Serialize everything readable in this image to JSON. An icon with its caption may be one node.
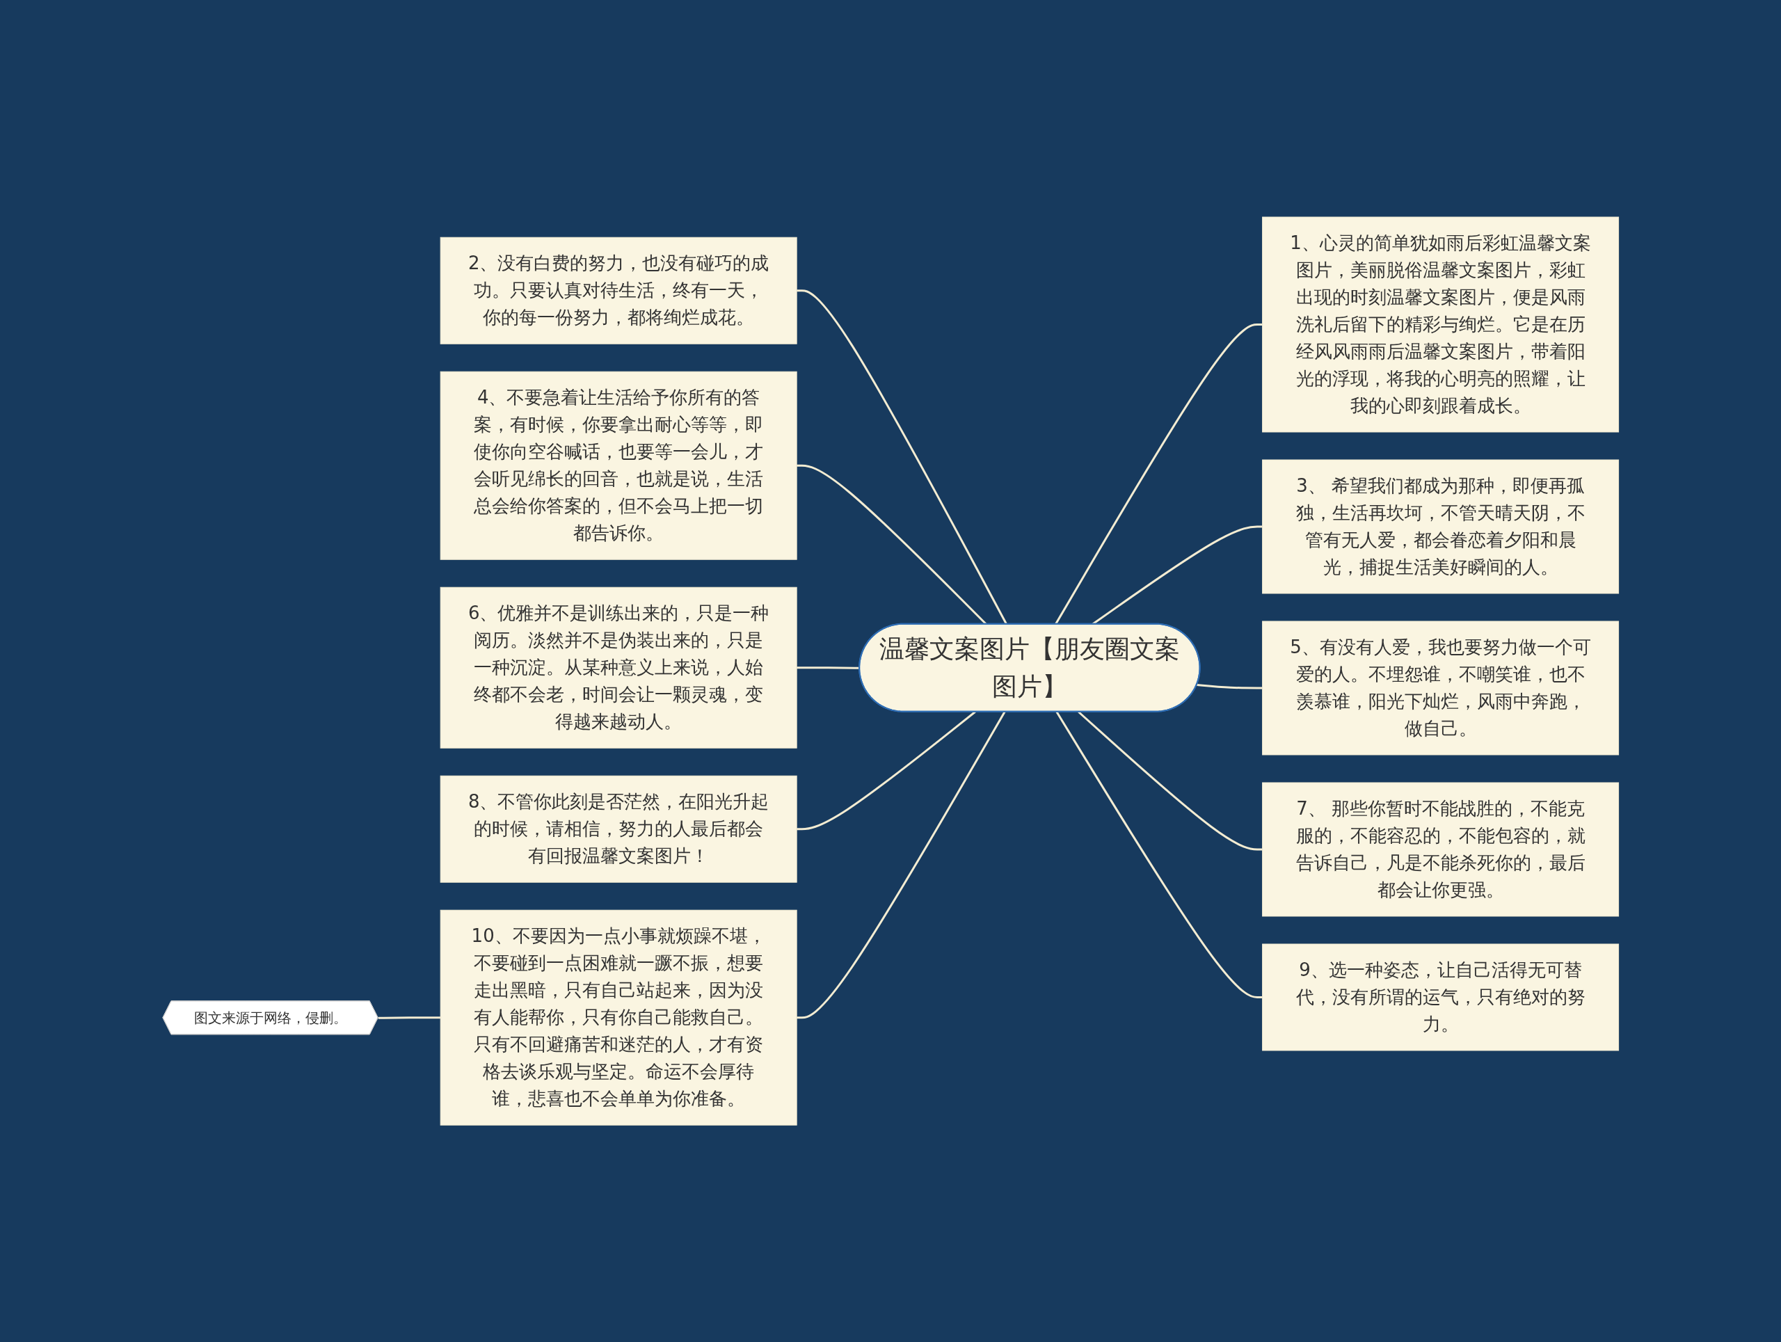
{
  "diagram": {
    "nodes": [
      {
        "text": [
          "温馨文案图片【朋友圈文案图片】"
        ]
      },
      {
        "text": [
          "1、心灵的简单犹如雨后彩虹温馨文案图片，美丽脱俗温馨文案图片，彩虹出现的时刻温馨文案图片，便是风雨洗礼后留下的精彩与绚烂。它是在历经风风雨雨后温馨文案图片，带着阳光的浮现，将我的心明亮的照耀，让我的心即刻跟着成长。"
        ]
      },
      {
        "text": [
          "2、没有白费的努力，也没有碰巧的成功。只要认真对待生活，终有一天，你的每一份努力，都将绚烂成花。"
        ]
      },
      {
        "text": [
          "3、 希望我们都成为那种，即便再孤独，生活再坎坷，不管天晴天阴，不管有无人爱，都会眷恋着夕阳和晨光，捕捉生活美好瞬间的人。"
        ]
      },
      {
        "text": [
          "4、不要急着让生活给予你所有的答案，有时候，你要拿出耐心等等，即使你向空谷喊话，也要等一会儿，才会听见绵长的回音，也就是说，生活总会给你答案的，但不会马上把一切都告诉你。"
        ]
      },
      {
        "text": [
          "5、有没有人爱，我也要努力做一个可爱的人。不埋怨谁，不嘲笑谁，也不羡慕谁，阳光下灿烂，风雨中奔跑，做自己。"
        ]
      },
      {
        "text": [
          "6、优雅并不是训练出来的，只是一种阅历。淡然并不是伪装出来的，只是一种沉淀。从某种意义上来说，人始终都不会老，时间会让一颗灵魂，变得越来越动人。"
        ]
      },
      {
        "text": [
          "7、 那些你暂时不能战胜的，不能克服的，不能容忍的，不能包容的，就告诉自己，凡是不能杀死你的，最后都会让你更强。"
        ]
      },
      {
        "text": [
          "8、不管你此刻是否茫然，在阳光升起的时候，请相信，努力的人最后都会有回报温馨文案图片！"
        ]
      },
      {
        "text": [
          "9、选一种姿态，让自己活得无可替代，没有所谓的运气，只有绝对的努力。"
        ]
      },
      {
        "text": [
          "10、不要因为一点小事就烦躁不堪，不要碰到一点困难就一蹶不振，想要走出黑暗，只有自己站起来，因为没有人能帮你，只有你自己能救自己。只有不回避痛苦和迷茫的人，才有资格去谈乐观与坚定。命运不会厚待谁，悲喜也不会单单为你准备。"
        ]
      },
      {
        "text": [
          "图文来源于网络，侵删。"
        ]
      }
    ],
    "edges": [
      {
        "from": 0,
        "to": 1,
        "arrow": "none"
      },
      {
        "from": 2,
        "to": 0,
        "arrow": "none"
      },
      {
        "from": 0,
        "to": 3,
        "arrow": "none"
      },
      {
        "from": 4,
        "to": 0,
        "arrow": "none"
      },
      {
        "from": 0,
        "to": 5,
        "arrow": "none"
      },
      {
        "from": 6,
        "to": 0,
        "arrow": "none"
      },
      {
        "from": 0,
        "to": 7,
        "arrow": "none"
      },
      {
        "from": 8,
        "to": 0,
        "arrow": "none"
      },
      {
        "from": 0,
        "to": 9,
        "arrow": "none"
      },
      {
        "from": 10,
        "to": 0,
        "arrow": "none"
      },
      {
        "from": 11,
        "to": 10,
        "arrow": "none"
      }
    ]
  }
}
